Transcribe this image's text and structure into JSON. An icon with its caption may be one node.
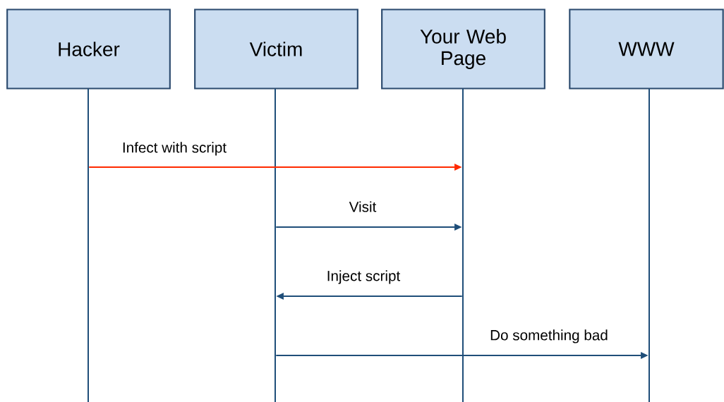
{
  "diagram": {
    "nodes": [
      {
        "text": [
          "Hacker"
        ]
      },
      {
        "text": [
          "Victim"
        ]
      },
      {
        "text": [
          "Your Web Page"
        ]
      },
      {
        "text": [
          "WWW"
        ]
      },
      {
        "text": [],
        "shape": "line"
      },
      {
        "text": [],
        "shape": "line"
      },
      {
        "text": [],
        "shape": "line"
      },
      {
        "text": [],
        "shape": "line"
      }
    ],
    "edges": [
      {
        "from": 4,
        "to": 6,
        "arrow": "to",
        "label": "Infect with script",
        "color": "#ff2a00"
      },
      {
        "from": 5,
        "to": 6,
        "arrow": "to",
        "label": "Visit"
      },
      {
        "from": 6,
        "to": 5,
        "arrow": "to",
        "label": "Inject script"
      },
      {
        "from": 5,
        "to": 7,
        "arrow": "to",
        "label": "Do something bad"
      }
    ]
  }
}
